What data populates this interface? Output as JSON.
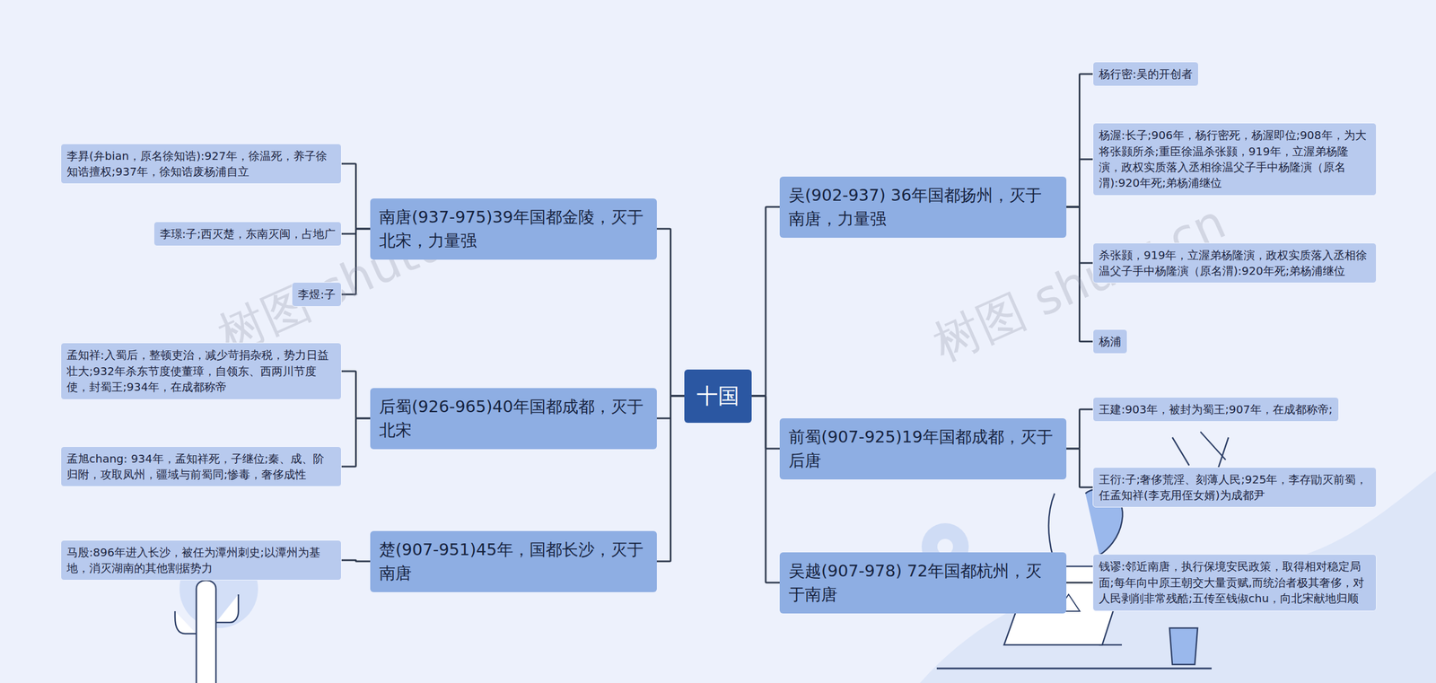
{
  "diagram": {
    "nodes": [
      {
        "text": [
          "十国"
        ]
      },
      {
        "text": [
          "南唐(937-975)39年国都金陵，灭于北宋，力量强"
        ]
      },
      {
        "text": [
          "李昪(弁bian，原名徐知诰):927年，徐温死，养子徐知诰擅权;937年，徐知诰废杨浦自立"
        ]
      },
      {
        "text": [
          "李璟:子;西灭楚，东南灭闽，占地广"
        ]
      },
      {
        "text": [
          "李煜:子"
        ]
      },
      {
        "text": [
          "后蜀(926-965)40年国都成都，灭于北宋"
        ]
      },
      {
        "text": [
          "孟知祥:入蜀后，整顿吏治，减少苛捐杂税，势力日益壮大;932年杀东节度使董璋，自领东、西两川节度使，封蜀王;934年，在成都称帝"
        ]
      },
      {
        "text": [
          "孟旭chang: 934年，孟知祥死，子继位;秦、成、阶归附，攻取凤州，疆域与前蜀同;惨毒，奢侈成性"
        ]
      },
      {
        "text": [
          "楚(907-951)45年，国都长沙，灭于南唐"
        ]
      },
      {
        "text": [
          "马殷:896年进入长沙，被任为潭州刺史;以潭州为基地，消灭湖南的其他割据势力"
        ]
      },
      {
        "text": [
          "吴(902-937) 36年国都扬州，灭于南唐，力量强"
        ]
      },
      {
        "text": [
          "杨行密:吴的开创者"
        ]
      },
      {
        "text": [
          "杨渥:长子;906年，杨行密死，杨渥即位;908年，为大将张颢所杀;重臣徐温杀张颢，919年，立渥弟杨隆演，政权实质落入丞相徐温父子手中杨隆演（原名渭):920年死;弟杨浦继位"
        ]
      },
      {
        "text": [
          "杀张颢，919年，立渥弟杨隆演，政权实质落入丞相徐温父子手中杨隆演（原名渭):920年死;弟杨浦继位"
        ]
      },
      {
        "text": [
          "杨浦"
        ]
      },
      {
        "text": [
          "前蜀(907-925)19年国都成都，灭于后唐"
        ]
      },
      {
        "text": [
          "王建:903年，被封为蜀王;907年，在成都称帝;"
        ]
      },
      {
        "text": [
          "王衍:子;奢侈荒淫、刻薄人民;925年，李存勖灭前蜀，任孟知祥(李克用侄女婿)为成都尹"
        ]
      },
      {
        "text": [
          "吴越(907-978) 72年国都杭州，灭于南唐"
        ]
      },
      {
        "text": [
          "钱谬:邻近南唐，执行保境安民政策，取得相对稳定局面;每年向中原王朝交大量贡赋,而统治者极其奢侈，对人民剥削非常残酷;五传至钱俶chu，向北宋献地归顺"
        ]
      }
    ],
    "edges": [
      {
        "from": 0,
        "to": 1,
        "arrow": "none"
      },
      {
        "from": 1,
        "to": 2,
        "arrow": "none"
      },
      {
        "from": 1,
        "to": 3,
        "arrow": "none"
      },
      {
        "from": 1,
        "to": 4,
        "arrow": "none"
      },
      {
        "from": 0,
        "to": 5,
        "arrow": "none"
      },
      {
        "from": 5,
        "to": 6,
        "arrow": "none"
      },
      {
        "from": 5,
        "to": 7,
        "arrow": "none"
      },
      {
        "from": 0,
        "to": 8,
        "arrow": "none"
      },
      {
        "from": 8,
        "to": 9,
        "arrow": "none"
      },
      {
        "from": 0,
        "to": 10,
        "arrow": "none"
      },
      {
        "from": 10,
        "to": 11,
        "arrow": "none"
      },
      {
        "from": 10,
        "to": 12,
        "arrow": "none"
      },
      {
        "from": 10,
        "to": 13,
        "arrow": "none"
      },
      {
        "from": 10,
        "to": 14,
        "arrow": "none"
      },
      {
        "from": 0,
        "to": 15,
        "arrow": "none"
      },
      {
        "from": 15,
        "to": 16,
        "arrow": "none"
      },
      {
        "from": 15,
        "to": 17,
        "arrow": "none"
      },
      {
        "from": 0,
        "to": 18,
        "arrow": "none"
      },
      {
        "from": 18,
        "to": 19,
        "arrow": "none"
      }
    ],
    "labels": [
      "树图 shutu.cn",
      "树图 shutu.cn"
    ]
  }
}
